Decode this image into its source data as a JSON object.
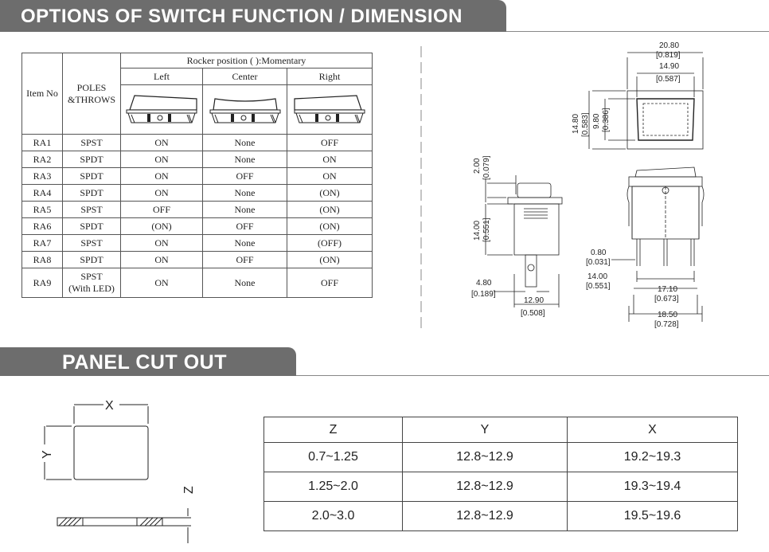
{
  "section1": {
    "title": "OPTIONS OF SWITCH FUNCTION / DIMENSION"
  },
  "section2": {
    "title": "PANEL CUT OUT"
  },
  "options_table": {
    "col_item": "Item No",
    "col_poles": "POLES",
    "col_throws": "&THROWS",
    "rocker_header": "Rocker position ( ):Momentary",
    "positions": [
      "Left",
      "Center",
      "Right"
    ],
    "rows": [
      {
        "item": "RA1",
        "poles": "SPST",
        "left": "ON",
        "center": "None",
        "right": "OFF"
      },
      {
        "item": "RA2",
        "poles": "SPDT",
        "left": "ON",
        "center": "None",
        "right": "ON"
      },
      {
        "item": "RA3",
        "poles": "SPDT",
        "left": "ON",
        "center": "OFF",
        "right": "ON"
      },
      {
        "item": "RA4",
        "poles": "SPDT",
        "left": "ON",
        "center": "None",
        "right": "(ON)"
      },
      {
        "item": "RA5",
        "poles": "SPST",
        "left": "OFF",
        "center": "None",
        "right": "(ON)"
      },
      {
        "item": "RA6",
        "poles": "SPDT",
        "left": "(ON)",
        "center": "OFF",
        "right": "(ON)"
      },
      {
        "item": "RA7",
        "poles": "SPST",
        "left": "ON",
        "center": "None",
        "right": "(OFF)"
      },
      {
        "item": "RA8",
        "poles": "SPDT",
        "left": "ON",
        "center": "OFF",
        "right": "(ON)"
      }
    ],
    "last_row": {
      "item": "RA9",
      "poles_line1": "SPST",
      "poles_line2": "(With LED)",
      "left": "ON",
      "center": "None",
      "right": "OFF"
    }
  },
  "dimensions": {
    "d1_mm": "20.80",
    "d1_in": "[0.819]",
    "d2_mm": "14.90",
    "d2_in": "[0.587]",
    "d3_mm": "14.80",
    "d3_in": "[0.583]",
    "d4_mm": "9.80",
    "d4_in": "[0.386]",
    "d5_mm": "2.00",
    "d5_in": "[0.079]",
    "d6_mm": "14.00",
    "d6_in": "[0.551]",
    "d7_mm": "4.80",
    "d7_in": "[0.189]",
    "d8_mm": "12.90",
    "d8_in": "[0.508]",
    "d9_mm": "0.80",
    "d9_in": "[0.031]",
    "d10_mm": "14.00",
    "d10_in": "[0.551]",
    "d11_mm": "17.10",
    "d11_in": "[0.673]",
    "d12_mm": "18.50",
    "d12_in": "[0.728]"
  },
  "cutout": {
    "label_x": "X",
    "label_y": "Y",
    "label_z": "Z",
    "headers": [
      "Z",
      "Y",
      "X"
    ],
    "rows": [
      [
        "0.7~1.25",
        "12.8~12.9",
        "19.2~19.3"
      ],
      [
        "1.25~2.0",
        "12.8~12.9",
        "19.3~19.4"
      ],
      [
        "2.0~3.0",
        "12.8~12.9",
        "19.5~19.6"
      ]
    ]
  }
}
